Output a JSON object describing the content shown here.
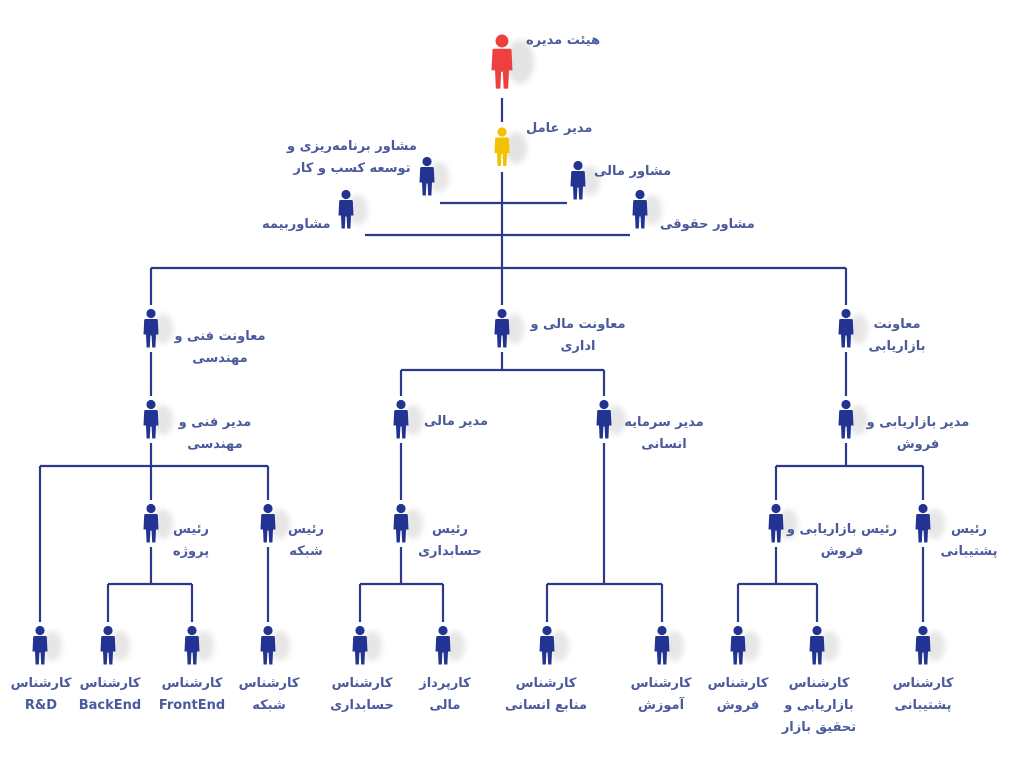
{
  "colors": {
    "line": "#2c3a8c",
    "person": "#233391",
    "board": "#ef4040",
    "ceo": "#f2c200",
    "text": "#4a5a9c"
  },
  "nodes": {
    "board": {
      "label": "هیئت مدیره",
      "icon": "person-icon",
      "color": "#ef4040"
    },
    "ceo": {
      "label": "مدیر عامل",
      "icon": "person-icon",
      "color": "#f2c200"
    },
    "adv_plan": {
      "label1": "مشاور  برنامه‌ریزی  و",
      "label2": "توسعه کسب و کار"
    },
    "adv_fin": {
      "label": "مشاور مالی"
    },
    "adv_ins": {
      "label": "مشاوربیمه"
    },
    "adv_legal": {
      "label": "مشاور حقوقی"
    },
    "vp_tech": {
      "label1": "معاونت فنی و",
      "label2": "مهندسی"
    },
    "vp_fin": {
      "label1": "معاونت مالی و",
      "label2": "اداری"
    },
    "vp_mkt": {
      "label1": "معاونت",
      "label2": "بازاریابی"
    },
    "mgr_tech": {
      "label1": "مدیر فنی و",
      "label2": "مهندسی"
    },
    "mgr_fin": {
      "label": "مدیر مالی"
    },
    "mgr_hr": {
      "label1": "مدیر سرمایه",
      "label2": "انسانی"
    },
    "mgr_mkt": {
      "label1": "مدیر بازاریابی و",
      "label2": "فروش"
    },
    "head_project": {
      "label1": "رئیس",
      "label2": "پروژه"
    },
    "head_network": {
      "label1": "رئیس",
      "label2": "شبکه"
    },
    "head_acc": {
      "label1": "رئیس",
      "label2": "حسابداری"
    },
    "head_mkt": {
      "label1": "رئیس بازاریابی و",
      "label2": "فروش"
    },
    "head_support": {
      "label1": "رئیس",
      "label2": "پشتیبانی"
    },
    "exp_rd": {
      "label1": "کارشناس",
      "label2": "R&D"
    },
    "exp_backend": {
      "label1": "کارشناس",
      "label2": "BackEnd"
    },
    "exp_frontend": {
      "label1": "کارشناس",
      "label2": "FrontEnd"
    },
    "exp_network": {
      "label1": "کارشناس",
      "label2": "شبکه"
    },
    "exp_acc": {
      "label1": "کارشناس",
      "label2": "حسابداری"
    },
    "exp_fin_officer": {
      "label1": "کارپرداز",
      "label2": "مالی"
    },
    "exp_hr": {
      "label1": "کارشناس",
      "label2": "منابع انسانی"
    },
    "exp_training": {
      "label1": "کارشناس",
      "label2": "آموزش"
    },
    "exp_sales": {
      "label1": "کارشناس",
      "label2": "فروش"
    },
    "exp_research": {
      "label1": "کارشناس",
      "label2": "بازاریابی و",
      "label3": "تحقیق بازار"
    },
    "exp_support": {
      "label1": "کارشناس",
      "label2": "پشتیبانی"
    }
  }
}
